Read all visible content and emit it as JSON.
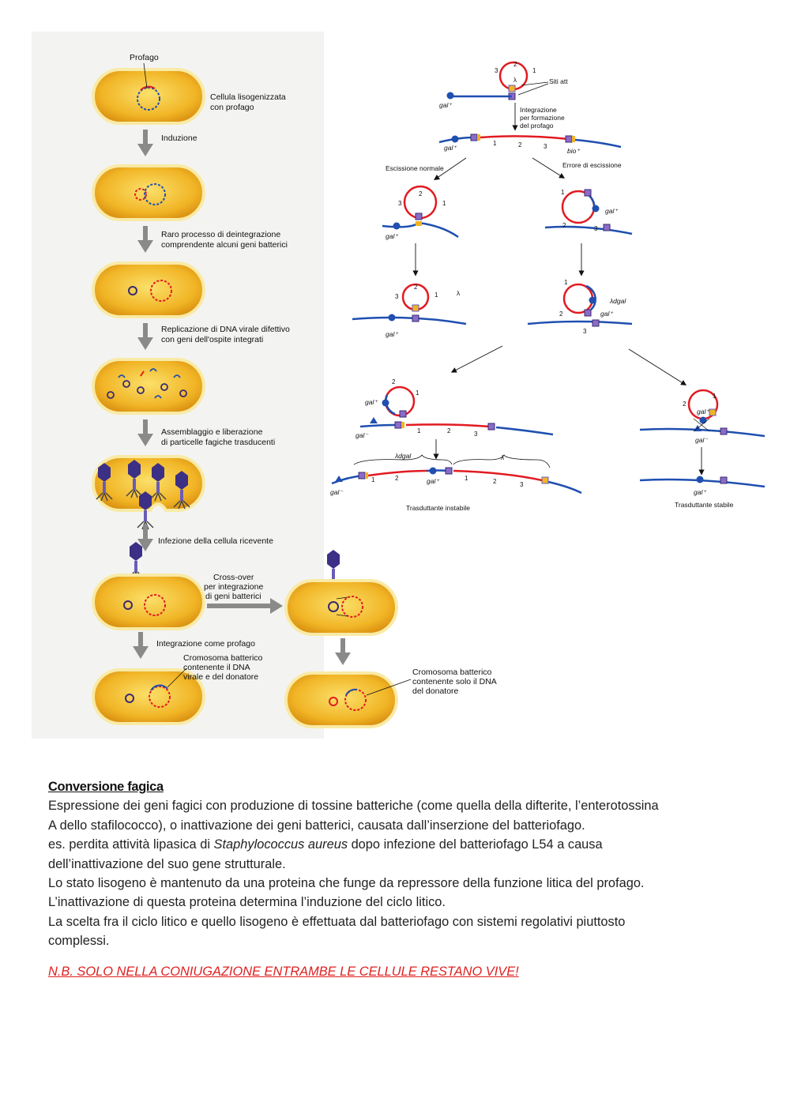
{
  "left_figure": {
    "profago": "Profago",
    "step1": [
      "Cellula lisogenizzata",
      "con profago"
    ],
    "induzione": "Induzione",
    "step2": [
      "Raro processo di deintegrazione",
      "comprendente alcuni geni batterici"
    ],
    "step3": [
      "Replicazione di DNA virale difettivo",
      "con geni dell'ospite integrati"
    ],
    "step4": [
      "Assemblaggio e liberazione",
      "di particelle fagiche trasducenti"
    ],
    "infezione": "Infezione della cellula ricevente",
    "crossover": [
      "Cross-over",
      "per integrazione",
      "di geni batterici"
    ],
    "integrazione": "Integrazione come profago",
    "crom_left": [
      "Cromosoma batterico",
      "contenente il DNA",
      "virale e del donatore"
    ],
    "crom_right": [
      "Cromosoma batterico",
      "contenente solo il DNA",
      "del donatore"
    ]
  },
  "right_figure": {
    "siti_att": "Siti att",
    "lambda": "λ",
    "gal_plus": "gal⁺",
    "gal_minus": "gal⁻",
    "bio_plus": "bio⁺",
    "integrazione": [
      "Integrazione",
      "per formazione",
      "del profago"
    ],
    "escissione_normale": "Escissione normale",
    "errore_escissione": "Errore di escissione",
    "lambda_dgal": "λdgal",
    "trasduttante_instabile": "Trasduttante instabile",
    "trasduttante_stabile": "Trasduttante stabile",
    "n1": "1",
    "n2": "2",
    "n3": "3"
  },
  "text": {
    "heading": "Conversione fagica",
    "lines": [
      "Espressione dei geni fagici con produzione di tossine batteriche (come quella della difterite, l’enterotossina",
      "A dello stafilococco), o inattivazione dei geni batterici, causata dall’inserzione del batteriofago."
    ],
    "es_pre": "es. perdita attività lipasica di ",
    "es_italic": "Staphylococcus aureus",
    "es_post": " dopo infezione del batteriofago L54 a causa",
    "lines2": [
      "dell’inattivazione del suo gene strutturale.",
      "Lo stato lisogeno è mantenuto da una proteina che funge da repressore della funzione litica del profago.",
      "L’inattivazione di questa proteina determina l’induzione del ciclo litico.",
      "La scelta fra il ciclo litico e quello lisogeno è effettuata dal batteriofago con sistemi regolativi piuttosto",
      "complessi."
    ],
    "note": "N.B. SOLO NELLA CONIUGAZIONE ENTRAMBE LE CELLULE RESTANO VIVE!"
  },
  "colors": {
    "cell_fill": "#f1b526",
    "cell_edge": "#f8e9a8",
    "arrow": "#8a8a8a",
    "dna_red": "#e11b22",
    "dna_blue": "#1f4fb0",
    "phage": "#3b2f86",
    "note_red": "#e02020"
  }
}
